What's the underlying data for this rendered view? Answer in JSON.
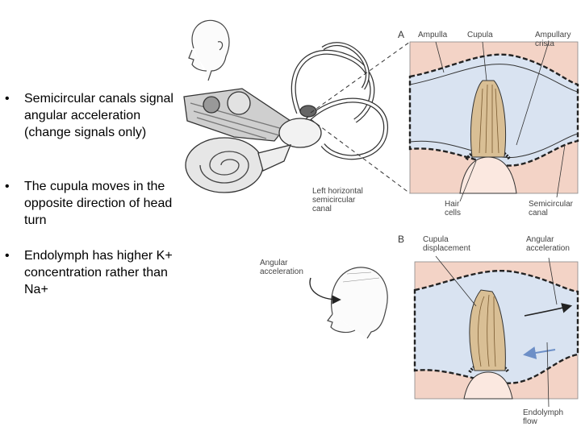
{
  "bullets": [
    {
      "marker": "•",
      "text": "Semicircular canals signal angular acceleration (change signals only)"
    },
    {
      "marker": "•",
      "text": "The cupula moves in the opposite direction of head turn"
    },
    {
      "marker": "•",
      "text": "Endolymph has higher K+ concentration rather than Na+"
    }
  ],
  "figure": {
    "panel_a": {
      "letter": "A",
      "labels": {
        "ampulla": "Ampulla",
        "cupula": "Cupula",
        "ampullary_crista": "Ampullary\ncrista",
        "hair_cells": "Hair\ncells",
        "semicircular_canal": "Semicircular\ncanal"
      }
    },
    "panel_b": {
      "letter": "B",
      "labels": {
        "cupula_displacement": "Cupula\ndisplacement",
        "angular_acceleration": "Angular\nacceleration",
        "endolymph_flow": "Endolymph\nflow"
      }
    },
    "left_labels": {
      "left_horizontal_canal": "Left horizontal\nsemicircular\ncanal",
      "angular_acceleration": "Angular\nacceleration"
    },
    "colors": {
      "tissue_pink": "#f3d3c6",
      "endolymph_blue": "#d9e3f1",
      "cupula_tan": "#d9bf95",
      "outline": "#222222",
      "flow_arrow_blue": "#6d8fc7"
    }
  }
}
